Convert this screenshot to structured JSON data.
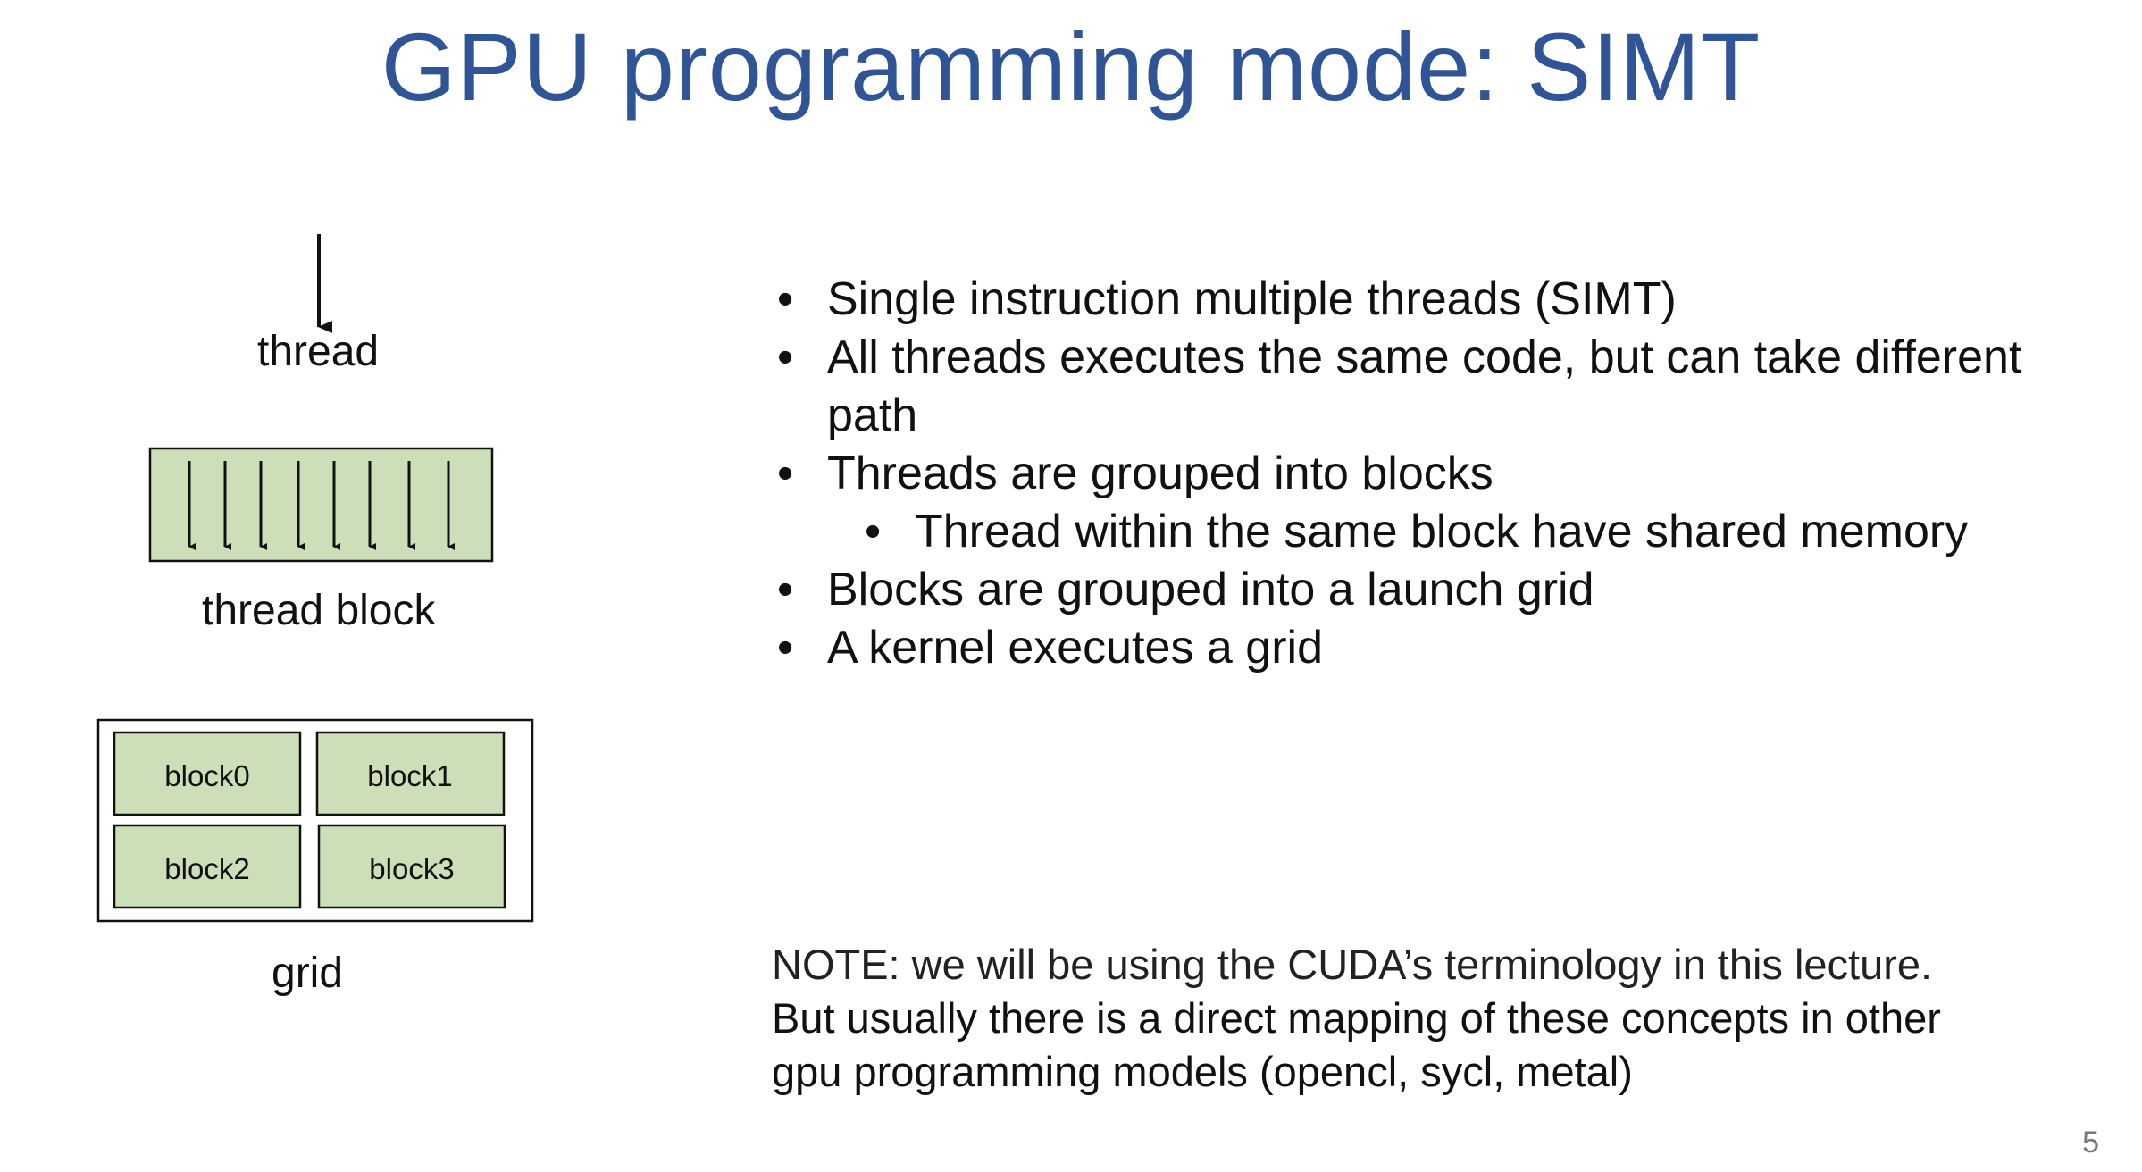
{
  "slide": {
    "title": "GPU programming mode: SIMT",
    "page_number": "5"
  },
  "diagram": {
    "thread_label": "thread",
    "thread_block_label": "thread block",
    "grid_label": "grid",
    "blocks": [
      "block0",
      "block1",
      "block2",
      "block3"
    ],
    "colors": {
      "block_fill": "#cddfb8",
      "title": "#2f5597"
    }
  },
  "bullets": [
    {
      "text": "Single instruction multiple threads (SIMT)",
      "level": 0
    },
    {
      "text": "All threads executes the same code, but can take different path",
      "level": 0
    },
    {
      "text": "Threads are grouped into blocks",
      "level": 0
    },
    {
      "text": "Thread within the same block have shared memory",
      "level": 1
    },
    {
      "text": "Blocks are grouped into a launch grid",
      "level": 0
    },
    {
      "text": "A kernel executes a grid",
      "level": 0
    }
  ],
  "note": {
    "line1": "NOTE: we will be using the CUDA’s terminology in this lecture.",
    "line2": "But usually there is a direct mapping of these concepts in other",
    "line3": "gpu programming models (opencl, sycl, metal)"
  }
}
